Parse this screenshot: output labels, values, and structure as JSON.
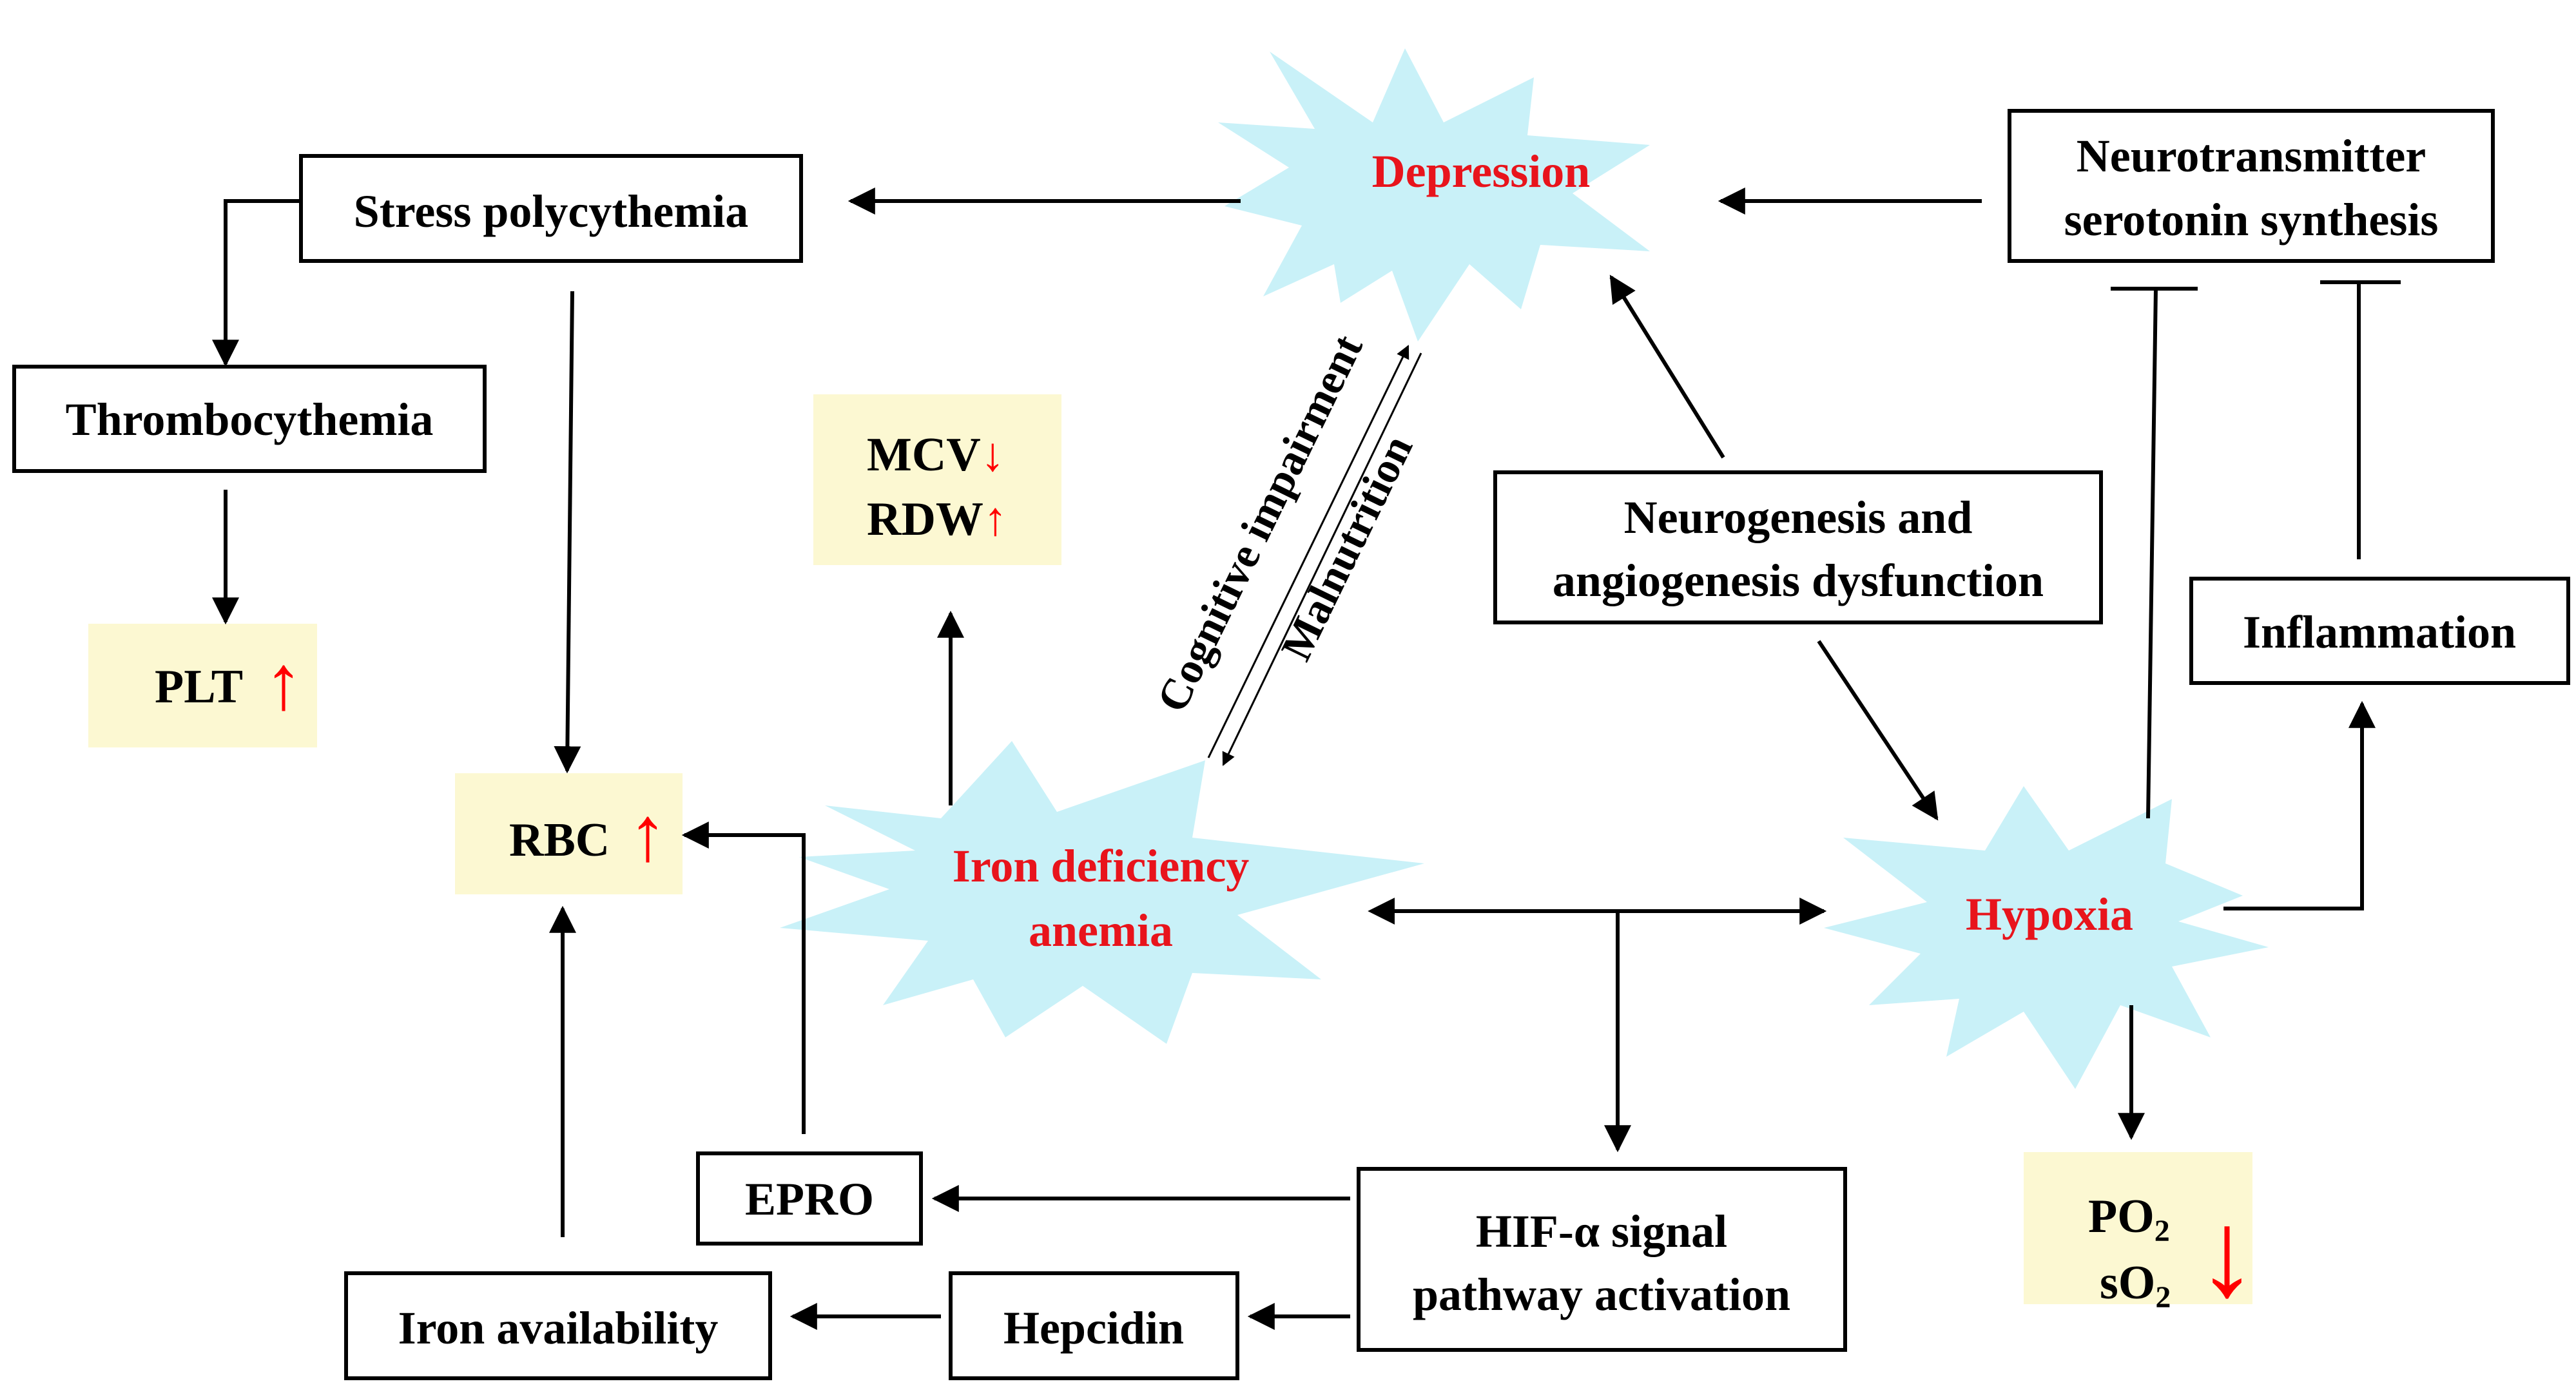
{
  "colors": {
    "burst_fill": "#c9f1f8",
    "highlight_fill": "#fcf8d2",
    "red_text": "#e8141c",
    "black": "#000000",
    "arrow_red": "#ff0000"
  },
  "nodes": {
    "depression": "Depression",
    "iron_deficiency_line1": "Iron deficiency",
    "iron_deficiency_line2": "anemia",
    "hypoxia": "Hypoxia",
    "stress_polycythemia": "Stress polycythemia",
    "thrombocythemia": "Thrombocythemia",
    "neurotransmitter_line1": "Neurotransmitter",
    "neurotransmitter_line2": "serotonin synthesis",
    "neurogenesis_line1": "Neurogenesis and",
    "neurogenesis_line2": "angiogenesis dysfunction",
    "inflammation": "Inflammation",
    "hif_line1": "HIF-α signal",
    "hif_line2": "pathway activation",
    "epro": "EPRO",
    "hepcidin": "Hepcidin",
    "iron_availability": "Iron availability"
  },
  "markers": {
    "plt": "PLT",
    "rbc": "RBC",
    "mcv": "MCV",
    "rdw": "RDW",
    "po2_base": "PO",
    "so2_base": "sO",
    "subscript_2": "2",
    "arrow_up": "↑",
    "arrow_down": "↓"
  },
  "edge_labels": {
    "cognitive": "Cognitive impairment",
    "malnutrition": "Malnutrition"
  }
}
